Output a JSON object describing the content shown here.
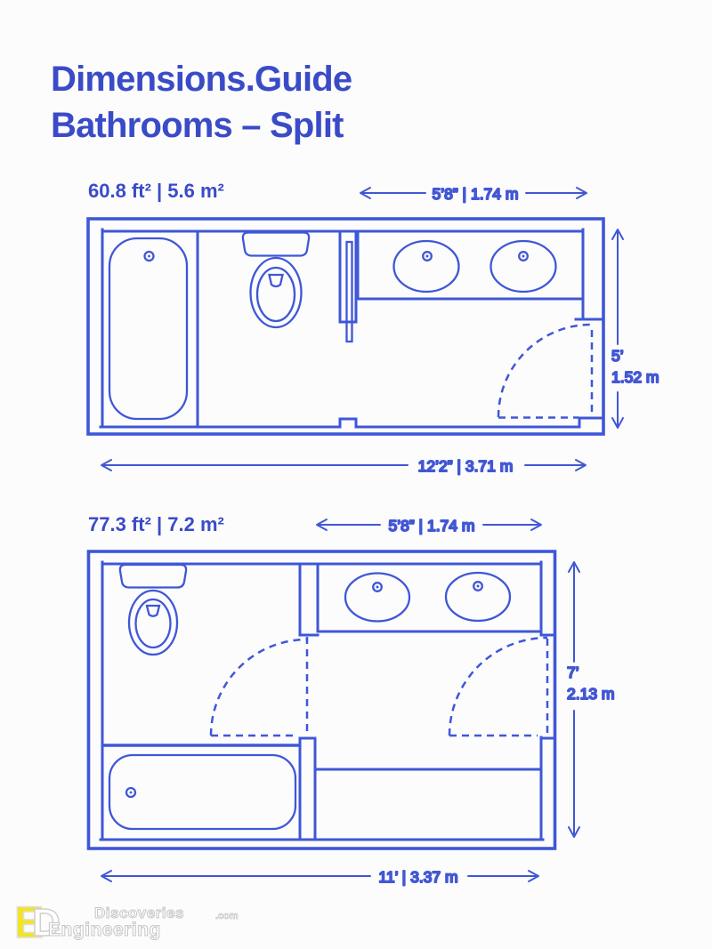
{
  "header": {
    "title_line1": "Dimensions.Guide",
    "title_line2": "Bathrooms – Split"
  },
  "colors": {
    "title_blue": "#3a4bc7",
    "drawing_blue": "#3f57d7",
    "dimension_blue": "#4257d4",
    "logo_yellow": "#f3e51c",
    "logo_outline": "#c6c6c6"
  },
  "plans": [
    {
      "area_label": "60.8 ft² | 5.6 m²",
      "dims": {
        "top": "5’8” | 1.74 m",
        "right_line1": "5’",
        "right_line2": "1.52 m",
        "bottom": "12’2” | 3.71 m"
      },
      "fixtures": [
        "bathtub",
        "toilet",
        "double-sink-vanity",
        "pocket-door",
        "hinged-entry-door"
      ]
    },
    {
      "area_label": "77.3 ft² | 7.2 m²",
      "dims": {
        "top": "5’8” | 1.74 m",
        "right_line1": "7’",
        "right_line2": "2.13 m",
        "bottom": "11’ | 3.37 m"
      },
      "fixtures": [
        "toilet",
        "bathtub",
        "double-sink-vanity",
        "shower",
        "hinged-door-left",
        "hinged-door-right"
      ]
    }
  ],
  "logo": {
    "monogram_e": "E",
    "monogram_d": "D",
    "word_top": "Discoveries",
    "word_top_suffix": ".com",
    "word_bottom": "Engineering"
  }
}
